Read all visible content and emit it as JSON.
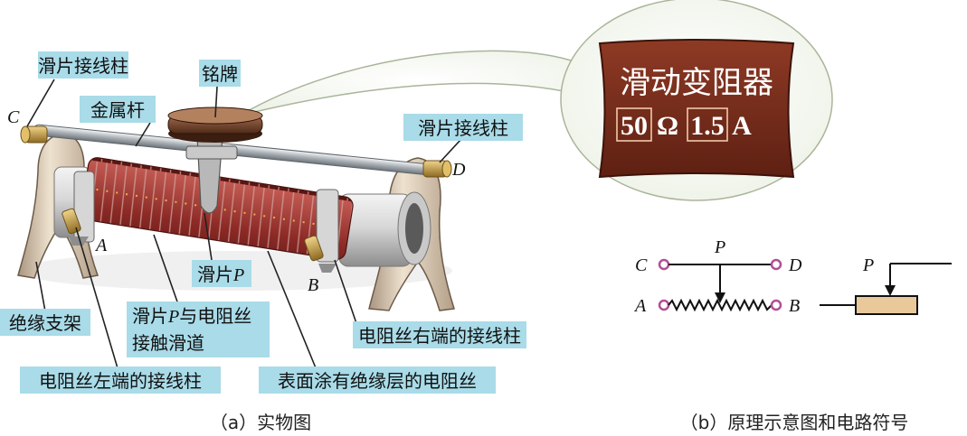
{
  "labels": {
    "slider_terminal_left": "滑片接线柱",
    "nameplate": "铭牌",
    "metal_rod": "金属杆",
    "slider_terminal_right": "滑片接线柱",
    "insulating_stand": "绝缘支架",
    "slider_prefix": "滑片",
    "contact_track_line1_prefix": "滑片",
    "contact_track_line1_suffix": "与电阻丝",
    "contact_track_line2": "接触滑道",
    "right_end_terminal": "电阻丝右端的接线柱",
    "left_end_terminal": "电阻丝左端的接线柱",
    "coated_wire": "表面涂有绝缘层的电阻丝"
  },
  "letters": {
    "C": "C",
    "D": "D",
    "A": "A",
    "B": "B",
    "P": "P"
  },
  "nameplate_bubble": {
    "title": "滑动变阻器",
    "resistance_value": "50",
    "resistance_unit": "Ω",
    "current_value": "1.5",
    "current_unit": "A"
  },
  "captions": {
    "left": "（a）实物图",
    "right": "（b）原理示意图和电路符号"
  },
  "colors": {
    "label_bg": "#a9dbe8",
    "plate_bg": "#7a2b1c",
    "coil": "#8c2a26",
    "symbol_fill": "#e9c99a"
  }
}
